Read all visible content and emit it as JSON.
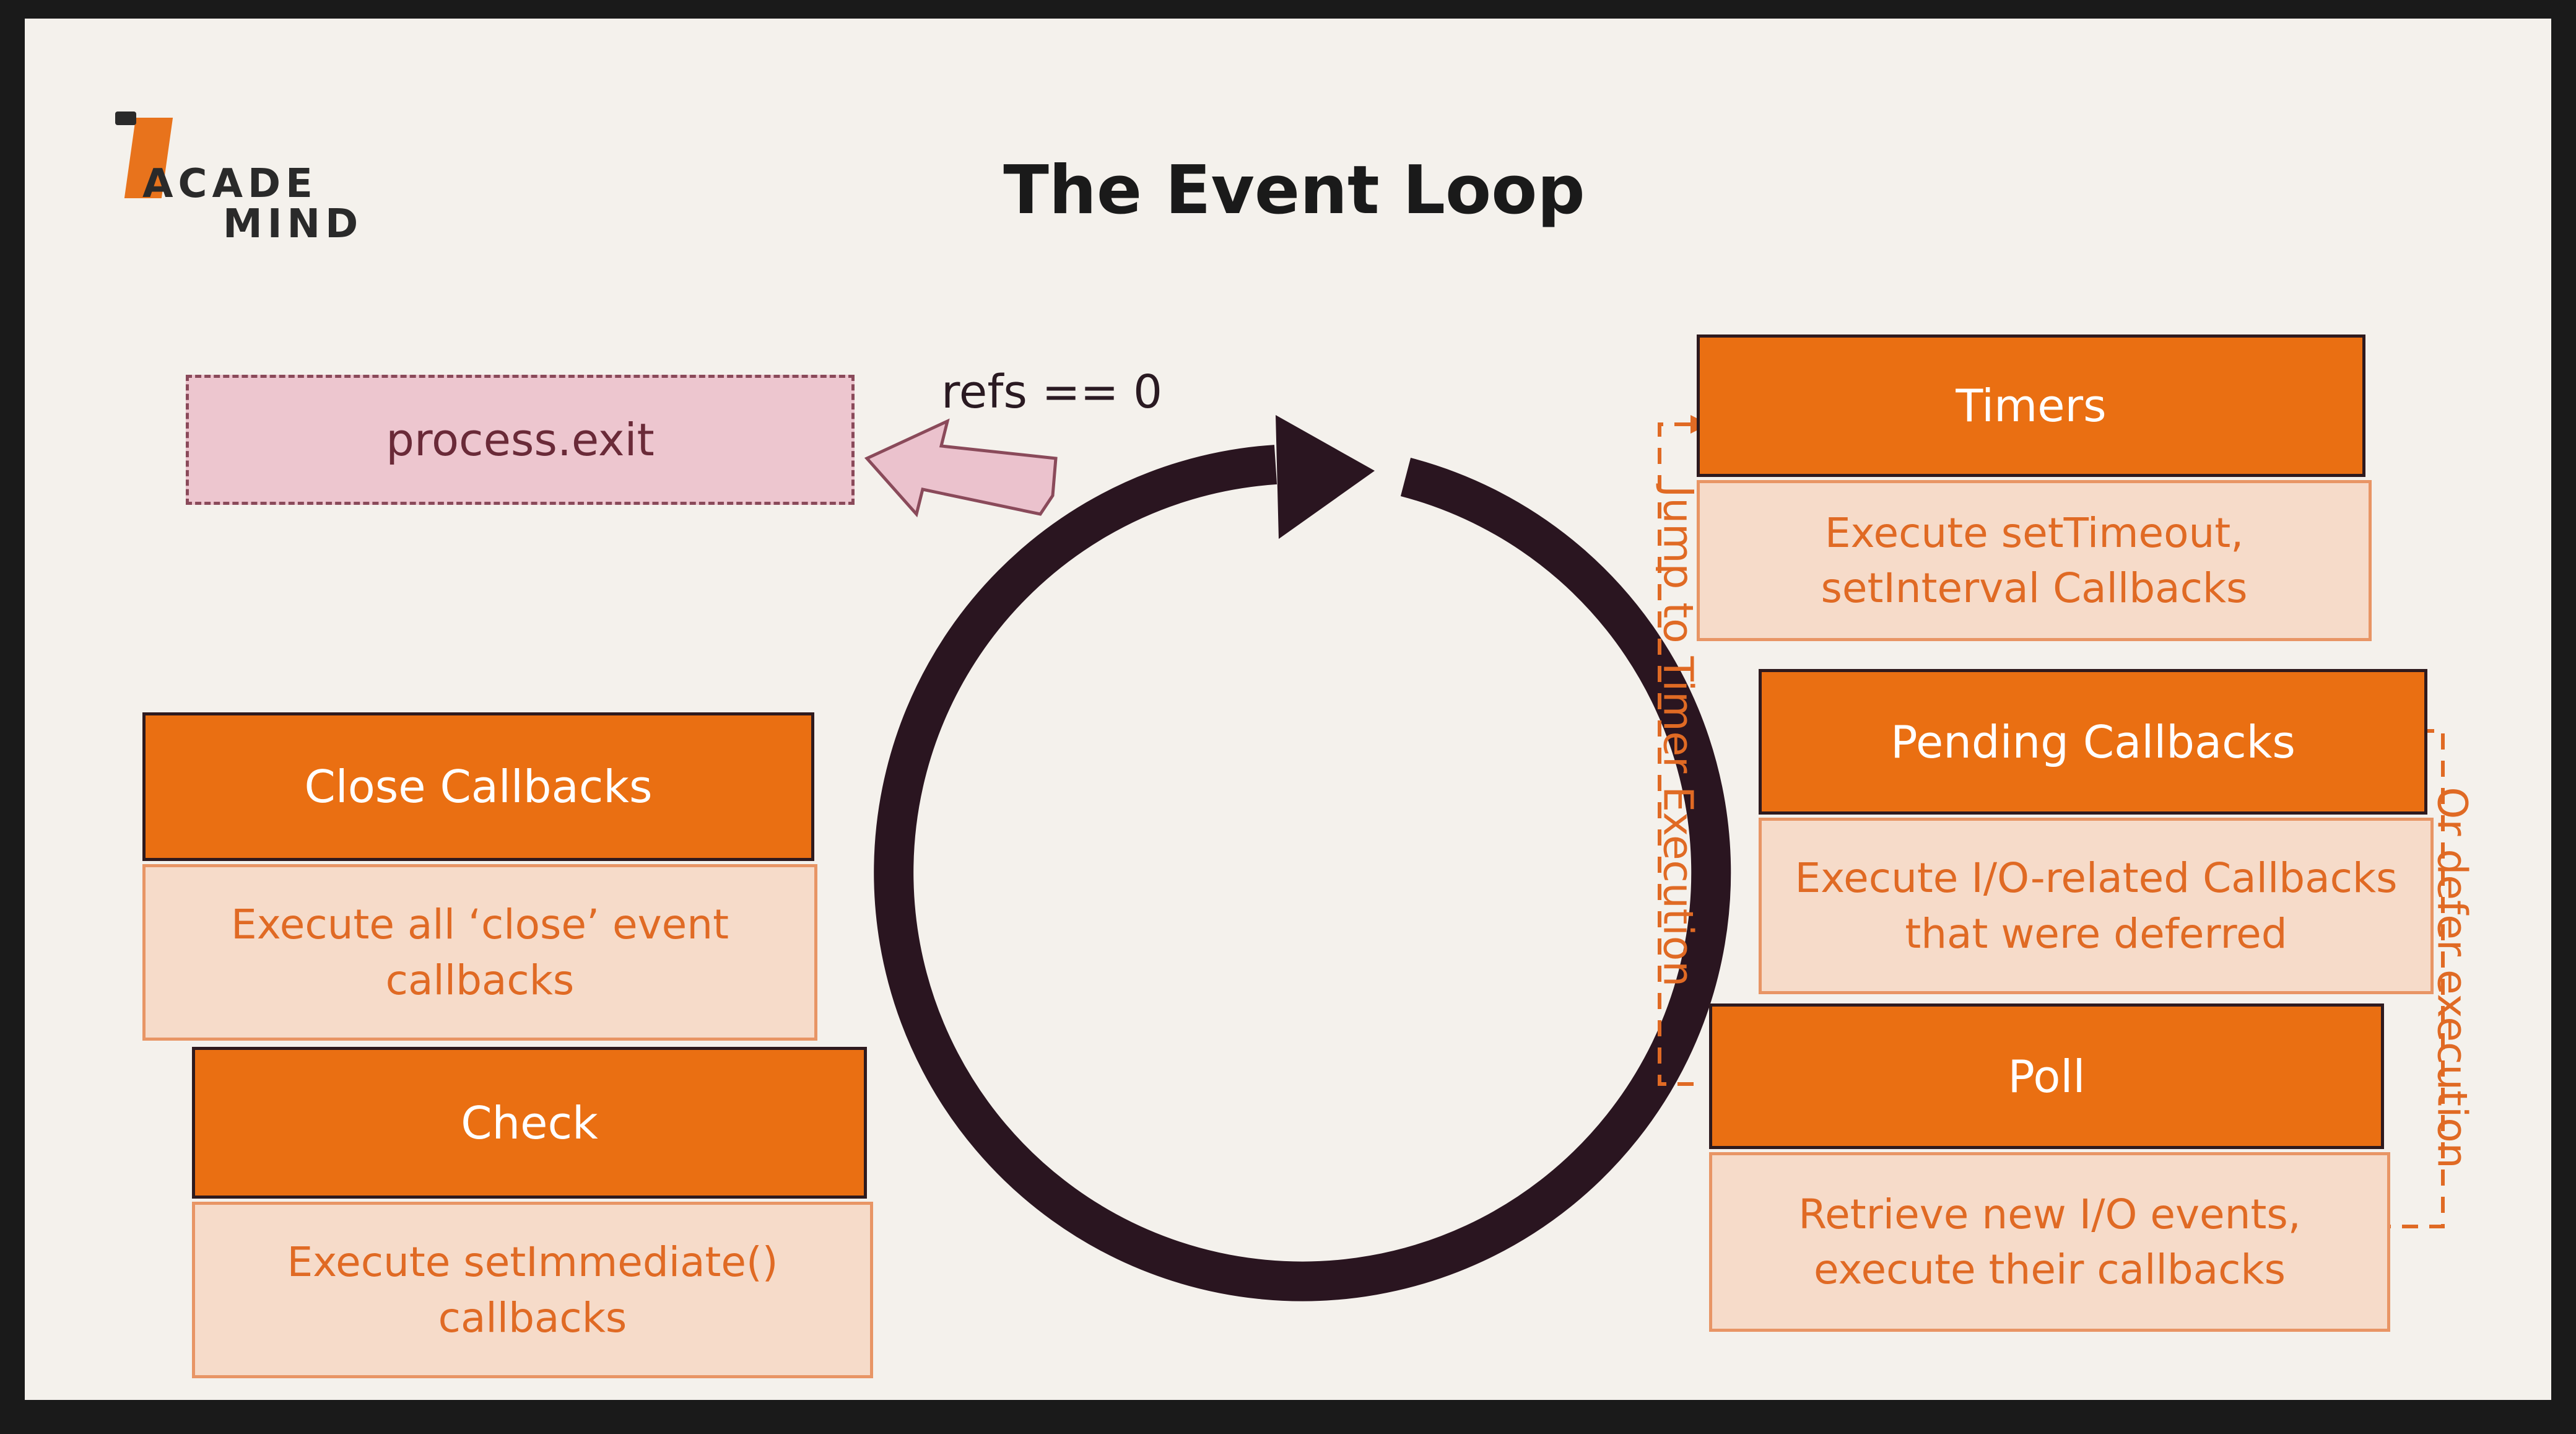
{
  "logo": {
    "line1": "ACADE",
    "line2": "MIND"
  },
  "title": "The Event Loop",
  "exit": {
    "label": "process.exit",
    "condition": "refs == 0"
  },
  "phases": {
    "timers": {
      "name": "Timers",
      "desc": "Execute setTimeout, setInterval Callbacks"
    },
    "pending": {
      "name": "Pending Callbacks",
      "desc": "Execute I/O-related Callbacks that were deferred"
    },
    "poll": {
      "name": "Poll",
      "desc": "Retrieve new I/O events, execute their callbacks"
    },
    "check": {
      "name": "Check",
      "desc": "Execute setImmediate() callbacks"
    },
    "close": {
      "name": "Close Callbacks",
      "desc": "Execute all ‘close’ event callbacks"
    }
  },
  "annotations": {
    "jump": "Jump to Timer Execution",
    "defer": "Or defer execution"
  },
  "colors": {
    "phase": "#ea6f12",
    "desc_bg": "#f6dbc9",
    "desc_text": "#e06a24",
    "loop": "#2a1520",
    "exit_bg": "#edc6cf"
  }
}
